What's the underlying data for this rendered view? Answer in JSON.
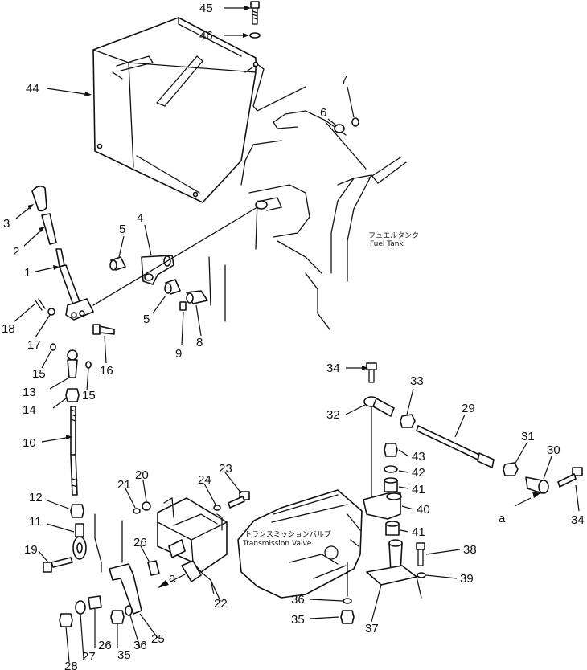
{
  "labels": {
    "fuel_tank_jp": "フュエルタンク",
    "fuel_tank_en": "Fuel Tank",
    "trans_valve_jp": "トランスミッションバルブ",
    "trans_valve_en": "Transmission Valve",
    "view_a_1": "a",
    "view_a_2": "a"
  },
  "callouts": [
    {
      "id": "c45",
      "text": "45"
    },
    {
      "id": "c46",
      "text": "46"
    },
    {
      "id": "c44",
      "text": "44"
    },
    {
      "id": "c6",
      "text": "6"
    },
    {
      "id": "c7",
      "text": "7"
    },
    {
      "id": "c3",
      "text": "3"
    },
    {
      "id": "c2",
      "text": "2"
    },
    {
      "id": "c1",
      "text": "1"
    },
    {
      "id": "c5a",
      "text": "5"
    },
    {
      "id": "c4",
      "text": "4"
    },
    {
      "id": "c5b",
      "text": "5"
    },
    {
      "id": "c9",
      "text": "9"
    },
    {
      "id": "c8",
      "text": "8"
    },
    {
      "id": "c18",
      "text": "18"
    },
    {
      "id": "c17",
      "text": "17"
    },
    {
      "id": "c16",
      "text": "16"
    },
    {
      "id": "c15a",
      "text": "15"
    },
    {
      "id": "c13",
      "text": "13"
    },
    {
      "id": "c15b",
      "text": "15"
    },
    {
      "id": "c14",
      "text": "14"
    },
    {
      "id": "c10",
      "text": "10"
    },
    {
      "id": "c12",
      "text": "12"
    },
    {
      "id": "c11",
      "text": "11"
    },
    {
      "id": "c19",
      "text": "19"
    },
    {
      "id": "c21",
      "text": "21"
    },
    {
      "id": "c20",
      "text": "20"
    },
    {
      "id": "c24",
      "text": "24"
    },
    {
      "id": "c23",
      "text": "23"
    },
    {
      "id": "c26a",
      "text": "26"
    },
    {
      "id": "c22",
      "text": "22"
    },
    {
      "id": "c26b",
      "text": "26"
    },
    {
      "id": "c27",
      "text": "27"
    },
    {
      "id": "c28",
      "text": "28"
    },
    {
      "id": "c35a",
      "text": "35"
    },
    {
      "id": "c36a",
      "text": "36"
    },
    {
      "id": "c25",
      "text": "25"
    },
    {
      "id": "c34a",
      "text": "34"
    },
    {
      "id": "c33",
      "text": "33"
    },
    {
      "id": "c32",
      "text": "32"
    },
    {
      "id": "c29",
      "text": "29"
    },
    {
      "id": "c43",
      "text": "43"
    },
    {
      "id": "c42",
      "text": "42"
    },
    {
      "id": "c41a",
      "text": "41"
    },
    {
      "id": "c40",
      "text": "40"
    },
    {
      "id": "c41b",
      "text": "41"
    },
    {
      "id": "c31",
      "text": "31"
    },
    {
      "id": "c30",
      "text": "30"
    },
    {
      "id": "c34b",
      "text": "34"
    },
    {
      "id": "c38",
      "text": "38"
    },
    {
      "id": "c39",
      "text": "39"
    },
    {
      "id": "c36b",
      "text": "36"
    },
    {
      "id": "c35b",
      "text": "35"
    },
    {
      "id": "c37",
      "text": "37"
    }
  ]
}
